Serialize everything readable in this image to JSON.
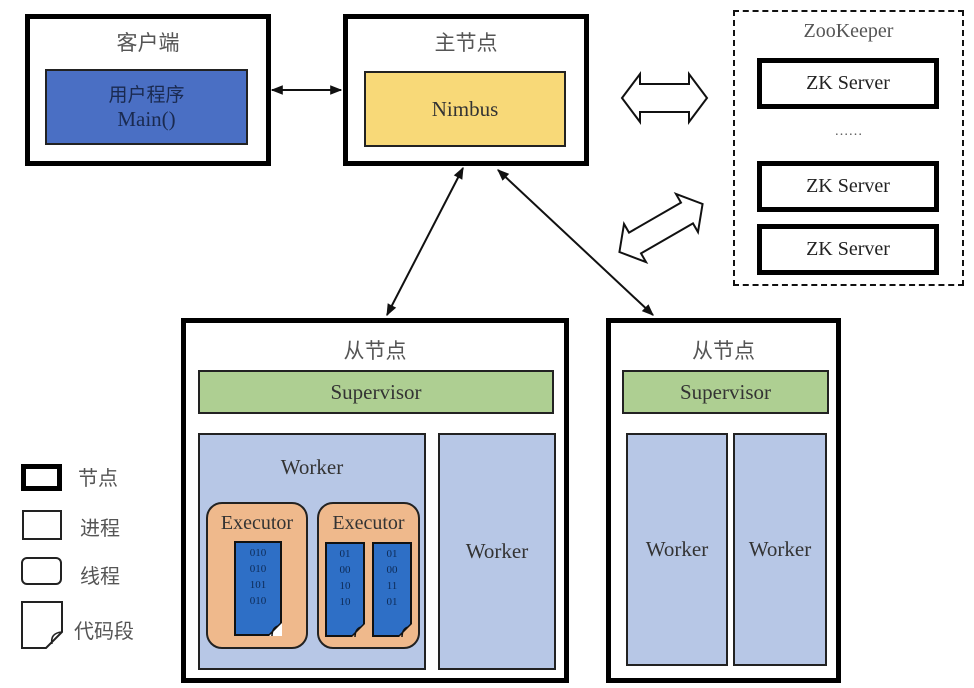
{
  "client": {
    "title": "客户端",
    "program_line1": "用户程序",
    "program_line2": "Main()"
  },
  "master": {
    "title": "主节点",
    "process": "Nimbus"
  },
  "zookeeper": {
    "title": "ZooKeeper",
    "servers": [
      "ZK Server",
      "ZK Server",
      "ZK Server"
    ],
    "ellipsis": "……"
  },
  "slave1": {
    "title": "从节点",
    "supervisor": "Supervisor",
    "worker_main": {
      "label": "Worker",
      "executors": [
        {
          "label": "Executor",
          "code_blocks": [
            [
              "010",
              "010",
              "101",
              "010"
            ]
          ]
        },
        {
          "label": "Executor",
          "code_blocks": [
            [
              "01",
              "00",
              "10",
              "10"
            ],
            [
              "01",
              "00",
              "11",
              "01"
            ]
          ]
        }
      ]
    },
    "worker_side": "Worker"
  },
  "slave2": {
    "title": "从节点",
    "supervisor": "Supervisor",
    "workers": [
      "Worker",
      "Worker"
    ]
  },
  "legend": {
    "items": [
      {
        "icon": "node-box-icon",
        "label": "节点"
      },
      {
        "icon": "process-box-icon",
        "label": "进程"
      },
      {
        "icon": "thread-box-icon",
        "label": "线程"
      },
      {
        "icon": "code-segment-icon",
        "label": "代码段"
      }
    ]
  },
  "colors": {
    "user_program": "#4a6fc4",
    "nimbus": "#f8d978",
    "supervisor": "#aecf92",
    "worker": "#b7c7e6",
    "executor": "#efb98c",
    "code": "#2e6fc6"
  }
}
